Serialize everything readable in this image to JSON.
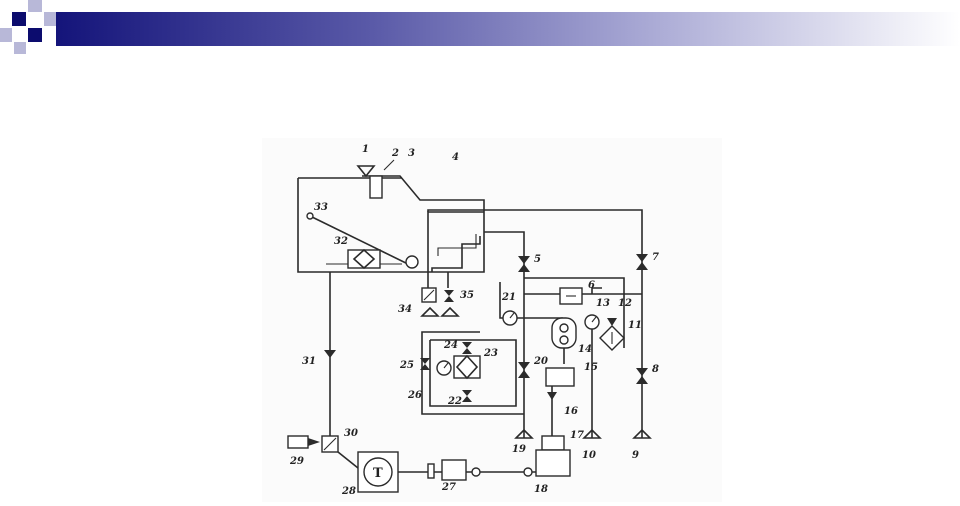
{
  "slide": {
    "header": {
      "bar_colors": [
        "#14147a",
        "#5a5aa8",
        "#a8a8d4"
      ]
    },
    "decor_squares": {
      "dark": "#0c0c6e",
      "light": "#b8b8d8"
    }
  },
  "diagram": {
    "labels": [
      "1",
      "2",
      "3",
      "4",
      "5",
      "6",
      "7",
      "8",
      "9",
      "10",
      "11",
      "12",
      "13",
      "14",
      "15",
      "16",
      "17",
      "18",
      "19",
      "20",
      "21",
      "22",
      "23",
      "24",
      "25",
      "26",
      "27",
      "28",
      "29",
      "30",
      "31",
      "32",
      "33",
      "34",
      "35"
    ],
    "turbine_symbol": "T"
  }
}
